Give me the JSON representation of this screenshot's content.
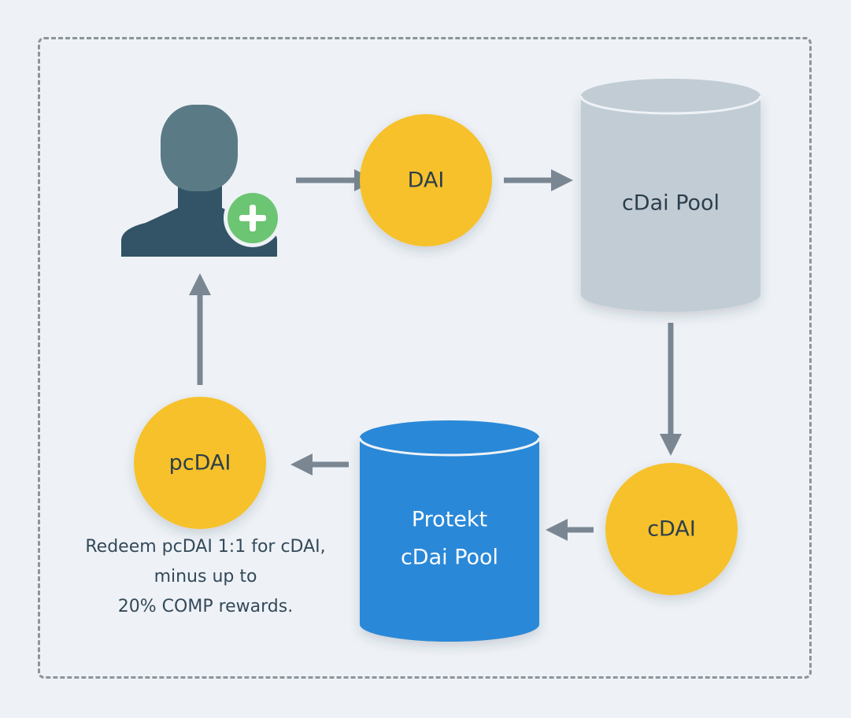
{
  "nodes": {
    "user": {
      "icon": "user-add-icon"
    },
    "dai": {
      "label": "DAI"
    },
    "cdai_pool": {
      "label": "cDai Pool"
    },
    "cdai": {
      "label": "cDAI"
    },
    "protekt_pool": {
      "line1": "Protekt",
      "line2": "cDai Pool"
    },
    "pcdai": {
      "label": "pcDAI"
    }
  },
  "caption": {
    "line1": "Redeem pcDAI 1:1 for cDAI,",
    "line2": "minus up to",
    "line3": "20% COMP rewards."
  },
  "colors": {
    "background": "#eef2f6",
    "token": "#f6c12a",
    "pool_gray": "#c2ccd5",
    "pool_blue": "#2a88d8",
    "arrow": "#7a8793",
    "user": "#335366",
    "user_head": "#5a7a86",
    "add_badge": "#6cc572"
  }
}
